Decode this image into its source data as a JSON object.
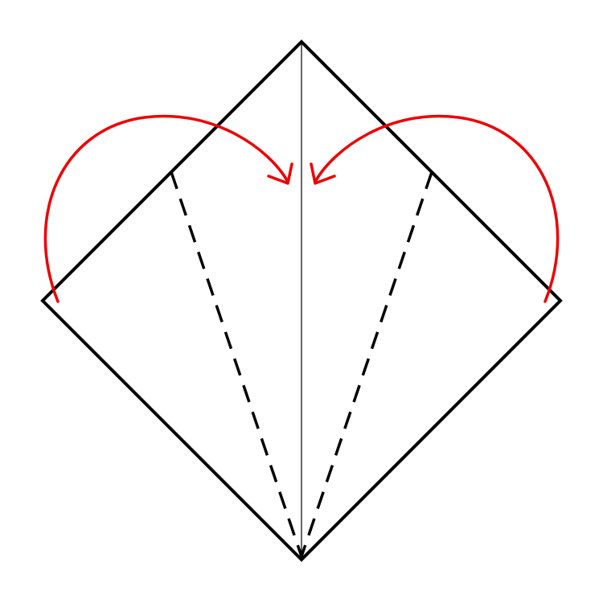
{
  "diagram": {
    "type": "origami-fold-instruction",
    "colors": {
      "paper_outline": "#000000",
      "crease": "#000000",
      "fold_line": "#000000",
      "fold_arrow": "#ee0000",
      "background": "#ffffff"
    },
    "steps": [
      {
        "action": "valley-fold",
        "side": "left",
        "direction": "toward-center-crease"
      },
      {
        "action": "valley-fold",
        "side": "right",
        "direction": "toward-center-crease"
      }
    ]
  }
}
